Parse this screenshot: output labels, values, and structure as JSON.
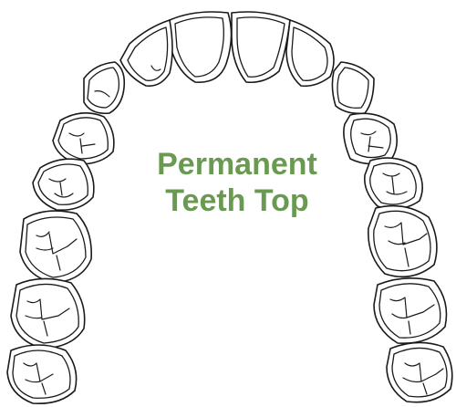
{
  "title": {
    "line1": "Permanent",
    "line2": "Teeth Top",
    "color": "#6a9a52"
  },
  "stroke_color": "#1a1a1a",
  "background": "#ffffff",
  "teeth": [
    "left-third-molar",
    "left-second-molar",
    "left-first-molar",
    "left-second-premolar",
    "left-first-premolar",
    "left-canine",
    "left-lateral-incisor",
    "left-central-incisor",
    "right-central-incisor",
    "right-lateral-incisor",
    "right-canine",
    "right-first-premolar",
    "right-second-premolar",
    "right-first-molar",
    "right-second-molar",
    "right-third-molar"
  ]
}
